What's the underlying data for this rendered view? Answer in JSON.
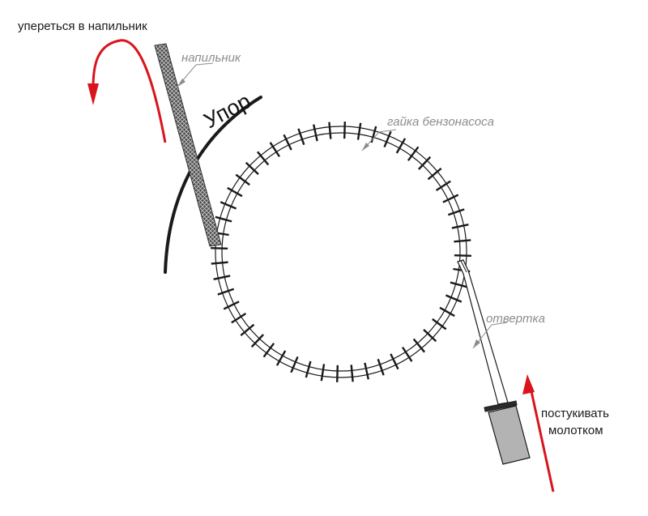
{
  "labels": {
    "push_file": "упереться в напильник",
    "file": "напильник",
    "stop": "Упор",
    "nut": "гайка бензонасоса",
    "screwdriver": "отвертка",
    "tap_line1": "постукивать",
    "tap_line2": "молотком"
  },
  "colors": {
    "arrow": "#d9141c",
    "outline": "#1a1a1a",
    "callout_gray": "#8c8c8c",
    "handle_fill": "#b3b3b3",
    "file_fill": "#5a5a5a"
  },
  "nut": {
    "tooth_count": 52
  }
}
